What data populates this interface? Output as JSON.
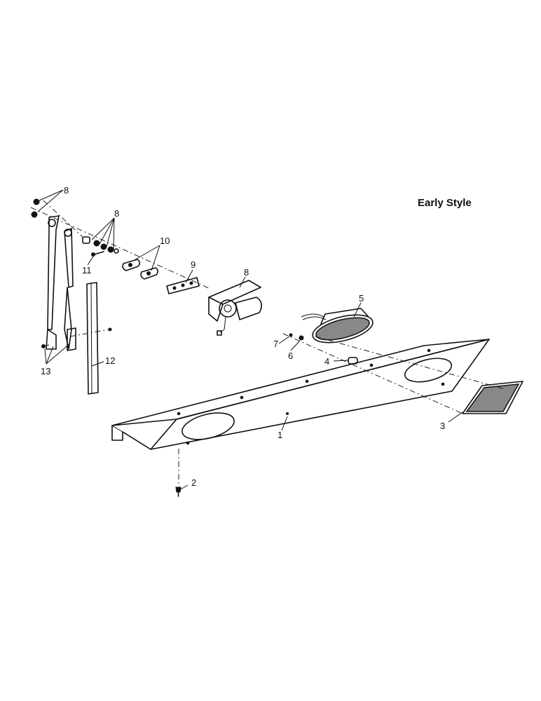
{
  "title": "Early Style",
  "callouts": {
    "c1": "1",
    "c2": "2",
    "c3": "3",
    "c4": "4",
    "c5": "5",
    "c6": "6",
    "c7": "7",
    "c8a": "8",
    "c8b": "8",
    "c8c": "8",
    "c9": "9",
    "c10": "10",
    "c11": "11",
    "c12": "12",
    "c13": "13"
  }
}
